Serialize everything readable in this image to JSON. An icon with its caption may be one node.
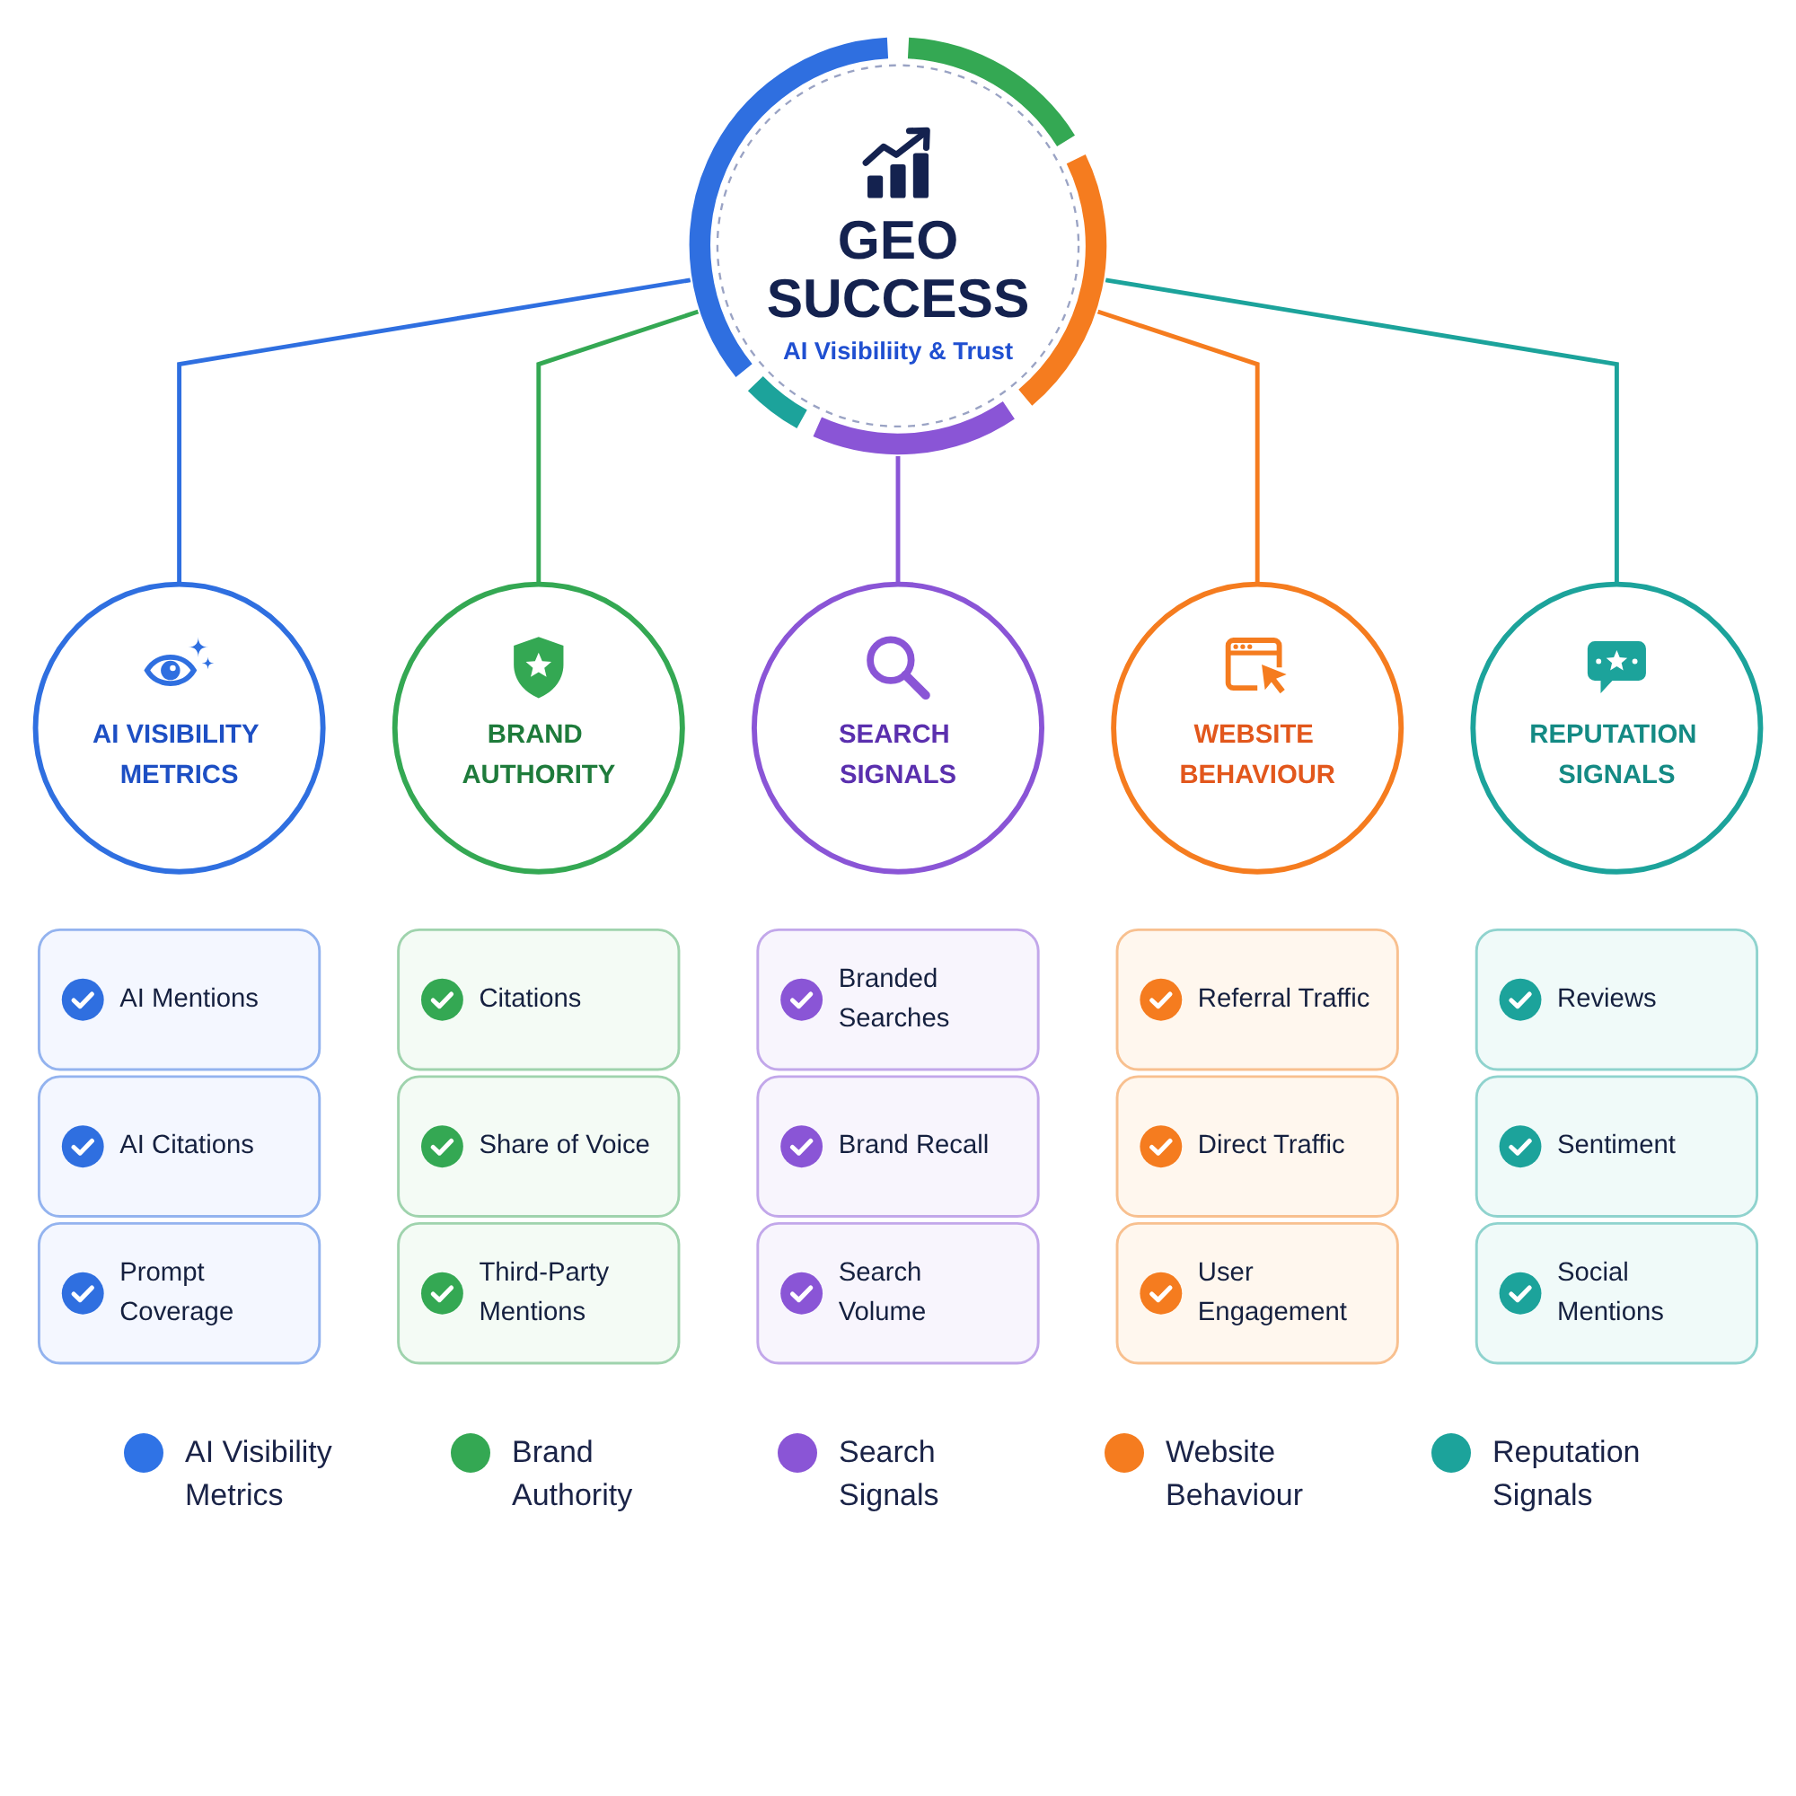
{
  "diagram": {
    "nodes": [
      {
        "text": [
          "GEO SUCCESS",
          "AI Visibiliity & Trust"
        ]
      },
      {
        "text": [
          "AI VISIBILITY METRICS"
        ]
      },
      {
        "text": [
          "BRAND AUTHORITY"
        ]
      },
      {
        "text": [
          "SEARCH SIGNALS"
        ]
      },
      {
        "text": [
          "WEBSITE BEHAVIOUR"
        ]
      },
      {
        "text": [
          "REPUTATION SIGNALS"
        ]
      },
      {
        "text": [
          "AI Mentions"
        ]
      },
      {
        "text": [
          "Citations"
        ]
      },
      {
        "text": [
          "Branded Searches"
        ]
      },
      {
        "text": [
          "Referral Traffic"
        ]
      },
      {
        "text": [
          "Reviews"
        ]
      },
      {
        "text": [
          "AI Citations"
        ]
      },
      {
        "text": [
          "Share of Voice"
        ]
      },
      {
        "text": [
          "Brand Recall"
        ]
      },
      {
        "text": [
          "Direct Traffic"
        ]
      },
      {
        "text": [
          "Sentiment"
        ]
      },
      {
        "text": [
          "Prompt Coverage"
        ]
      },
      {
        "text": [
          "Third-Party Mentions"
        ]
      },
      {
        "text": [
          "Search Volume"
        ]
      },
      {
        "text": [
          "User Engagement"
        ]
      },
      {
        "text": [
          "Social Mentions"
        ]
      }
    ],
    "edges": [
      {
        "from": 0,
        "to": 1,
        "arrow": "none",
        "color": "#2f6fe0"
      },
      {
        "from": 0,
        "to": 2,
        "arrow": "none",
        "color": "#34a853"
      },
      {
        "from": 0,
        "to": 3,
        "arrow": "none",
        "color": "#8a55d6"
      },
      {
        "from": 0,
        "to": 4,
        "arrow": "none",
        "color": "#f57c1f"
      },
      {
        "from": 0,
        "to": 5,
        "arrow": "none",
        "color": "#1ca39b"
      }
    ],
    "legend": [
      {
        "text": "AI Visibility Metrics",
        "color": "#2f73e6"
      },
      {
        "text": "Brand Authority",
        "color": "#34a853"
      },
      {
        "text": "Search Signals",
        "color": "#8a55d6"
      },
      {
        "text": "Website Behaviour",
        "color": "#f57c1f"
      },
      {
        "text": "Reputation Signals",
        "color": "#1ca39b"
      }
    ]
  }
}
